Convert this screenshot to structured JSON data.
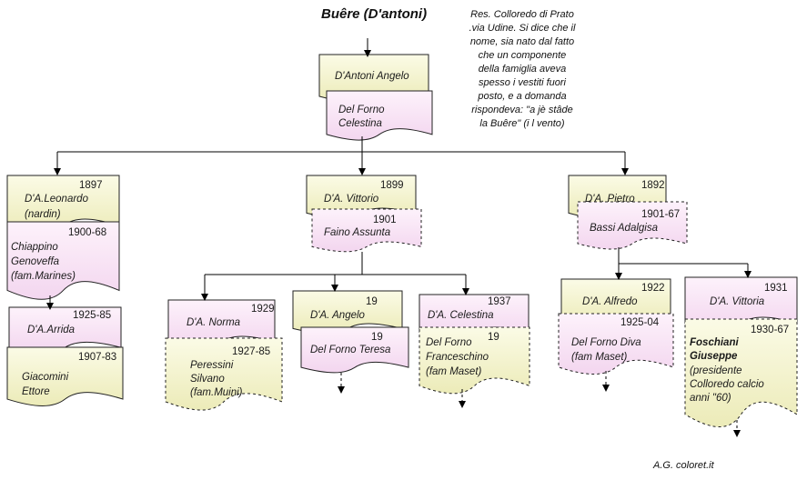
{
  "title": "Buêre (D'antoni)",
  "note": [
    "Res. Colloredo di Prato",
    ".via Udine. Si dice che il",
    "nome, sia nato dal fatto",
    "che un componente",
    "della famiglia aveva",
    "spesso i vestiti fuori",
    "posto, e a domanda",
    "rispondeva: \"a jè stâde",
    "la Buêre\" (i l vento)"
  ],
  "root": {
    "name": "D'Antoni Angelo",
    "spouse": [
      "Del Forno",
      "Celestina"
    ]
  },
  "leonardo": {
    "year": "1897",
    "name": "D'A.Leonardo",
    "nick": "(nardin)"
  },
  "chiappino": {
    "year": "1900-68",
    "lines": [
      "Chiappino",
      "Genoveffa",
      "(fam.Marines)"
    ]
  },
  "arrida": {
    "year": "1925-85",
    "name": "D'A.Arrida"
  },
  "giacomini": {
    "year": "1907-83",
    "lines": [
      "Giacomini",
      "Ettore"
    ]
  },
  "vittorio": {
    "year": "1899",
    "name": "D'A. Vittorio"
  },
  "faino": {
    "year": "1901",
    "name": "Faino Assunta"
  },
  "pietro": {
    "year": "1892",
    "name": "D'A. Pietro"
  },
  "bassi": {
    "year": "1901-67",
    "name": "Bassi Adalgisa"
  },
  "norma": {
    "year": "1929",
    "name": "D'A. Norma"
  },
  "peressini": {
    "year": "1927-85",
    "lines": [
      "Peressini",
      "Silvano",
      "(fam.Muini)"
    ]
  },
  "angelo2": {
    "year": "19",
    "name": "D'A. Angelo"
  },
  "teresa": {
    "year": "19",
    "name": "Del Forno Teresa"
  },
  "celestina2": {
    "year": "1937",
    "name": "D'A. Celestina"
  },
  "franceschino": {
    "year": "19",
    "lines": [
      "Del Forno",
      "Franceschino",
      "(fam Maset)"
    ]
  },
  "alfredo": {
    "year": "1922",
    "name": "D'A. Alfredo"
  },
  "diva": {
    "year": "1925-04",
    "lines": [
      "Del Forno Diva",
      "(fam Maset)"
    ]
  },
  "vittoria": {
    "year": "1931",
    "name": "D'A. Vittoria"
  },
  "foschiani": {
    "year": "1930-67",
    "bold": [
      "Foschiani",
      "Giuseppe"
    ],
    "lines": [
      "(presidente",
      "Colloredo calcio",
      "anni \"60)"
    ]
  },
  "credit": "A.G. coloret.it",
  "colors": {
    "male_fill": "#f1f1c4",
    "female_fill": "#f8e0f5",
    "line": "#000000"
  }
}
